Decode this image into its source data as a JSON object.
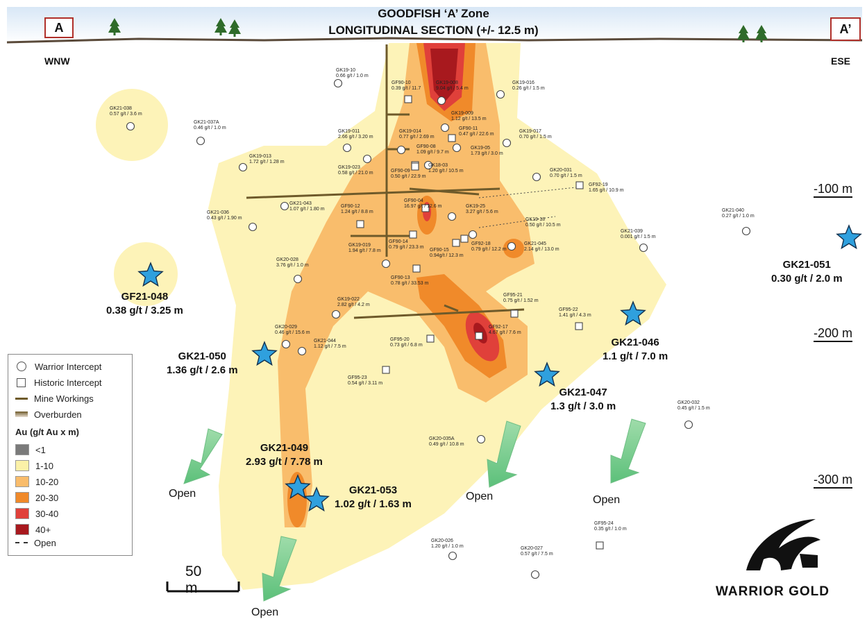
{
  "header": {
    "title_line1": "GOODFISH ‘A’ Zone",
    "title_line2": "LONGITUDINAL SECTION (+/- 12.5 m)",
    "section_start": "A",
    "section_end": "A’",
    "west": "WNW",
    "east": "ESE"
  },
  "depth_labels": [
    "-100 m",
    "-200 m",
    "-300 m"
  ],
  "scale_bar": "50 m",
  "open_labels": [
    "Open",
    "Open",
    "Open",
    "Open"
  ],
  "logo": {
    "company": "WARRIOR GOLD"
  },
  "legend": {
    "warrior": "Warrior Intercept",
    "historic": "Historic Intercept",
    "mine": "Mine Workings",
    "overburden": "Overburden",
    "au_title": "Au (g/t Au x m)",
    "classes": [
      {
        "label": "<1",
        "color": "#7a7a7a"
      },
      {
        "label": "1-10",
        "color": "#fbf1a8"
      },
      {
        "label": "10-20",
        "color": "#f9bc6b"
      },
      {
        "label": "20-30",
        "color": "#f08a2a"
      },
      {
        "label": "30-40",
        "color": "#e0403a"
      },
      {
        "label": "40+",
        "color": "#a8191e"
      }
    ],
    "open": "Open"
  },
  "new_holes": [
    {
      "id": "GF21-048",
      "result": "0.38 g/t / 3.25 m"
    },
    {
      "id": "GK21-050",
      "result": "1.36 g/t / 2.6 m"
    },
    {
      "id": "GK21-049",
      "result": "2.93 g/t / 7.78 m"
    },
    {
      "id": "GK21-053",
      "result": "1.02 g/t / 1.63 m"
    },
    {
      "id": "GK21-047",
      "result": "1.3 g/t / 3.0 m"
    },
    {
      "id": "GK21-046",
      "result": "1.1 g/t / 7.0 m"
    },
    {
      "id": "GK21-051",
      "result": "0.30 g/t / 2.0 m"
    }
  ],
  "intercepts": [
    {
      "id": "GK19-10",
      "result": "0.66 g/t / 1.0 m",
      "type": "warrior"
    },
    {
      "id": "GF90-10",
      "result": "0.39 g/t / 11.7",
      "type": "historic"
    },
    {
      "id": "GK19-008",
      "result": "9.04 g/t / 5.4 m",
      "type": "warrior"
    },
    {
      "id": "GK19-016",
      "result": "0.26 g/t / 1.5 m",
      "type": "warrior"
    },
    {
      "id": "GK21-038",
      "result": "0.57 g/t / 3.6 m",
      "type": "warrior"
    },
    {
      "id": "GK21-037A",
      "result": "0.46 g/t / 1.0 m",
      "type": "warrior"
    },
    {
      "id": "GK19-009",
      "result": "1.12 g/t / 13.5 m",
      "type": "warrior"
    },
    {
      "id": "GK19-011",
      "result": "2.66 g/t / 3.20 m",
      "type": "warrior"
    },
    {
      "id": "GK19-014",
      "result": "0.77 g/t / 2.69 m",
      "type": "warrior"
    },
    {
      "id": "GF90-11",
      "result": "0.47 g/t / 22.6 m",
      "type": "historic"
    },
    {
      "id": "GK19-017",
      "result": "0.70 g/t / 1.5 m",
      "type": "warrior"
    },
    {
      "id": "GF90-08",
      "result": "1.09 g/t / 9.7 m",
      "type": "historic"
    },
    {
      "id": "GK19-05",
      "result": "1.73 g/t / 3.0 m",
      "type": "warrior"
    },
    {
      "id": "GK19-013",
      "result": "1.72 g/t / 1.28 m",
      "type": "warrior"
    },
    {
      "id": "GK19-023",
      "result": "0.58 g/t / 21.0 m",
      "type": "warrior"
    },
    {
      "id": "GF90-09",
      "result": "0.50 g/t / 22.9 m",
      "type": "historic"
    },
    {
      "id": "GK18-03",
      "result": "1.20 g/t / 10.5 m",
      "type": "warrior"
    },
    {
      "id": "GK20-031",
      "result": "0.70 g/t / 1.5 m",
      "type": "warrior"
    },
    {
      "id": "GF92-19",
      "result": "1.65 g/t / 10.9 m",
      "type": "historic"
    },
    {
      "id": "GF90-04",
      "result": "16.97 g/t / 12.6 m",
      "type": "historic"
    },
    {
      "id": "GK21-043",
      "result": "1.07 g/t / 1.80 m",
      "type": "warrior"
    },
    {
      "id": "GF90-12",
      "result": "1.24 g/t / 8.8 m",
      "type": "historic"
    },
    {
      "id": "GK19-25",
      "result": "3.27 g/t / 5.6 m",
      "type": "warrior"
    },
    {
      "id": "GK21-036",
      "result": "0.43 g/t / 1.90 m",
      "type": "warrior"
    },
    {
      "id": "GK19-18",
      "result": "0.50 g/t / 10.5 m",
      "type": "warrior"
    },
    {
      "id": "GK21-040",
      "result": "0.27 g/t / 1.0 m",
      "type": "warrior"
    },
    {
      "id": "GK21-039",
      "result": "0.001 g/t / 1.5 m",
      "type": "warrior"
    },
    {
      "id": "GF90-14",
      "result": "0.79 g/t / 23.3 m",
      "type": "historic"
    },
    {
      "id": "GF92-18",
      "result": "0.79 g/t / 12.2 m",
      "type": "historic"
    },
    {
      "id": "GK21-045",
      "result": "2.14 g/t / 13.0 m",
      "type": "warrior"
    },
    {
      "id": "GK19-019",
      "result": "1.94 g/t / 7.8 m",
      "type": "warrior"
    },
    {
      "id": "GF90-15",
      "result": "0.94g/t / 12.3 m",
      "type": "historic"
    },
    {
      "id": "GK20-028",
      "result": "3.76 g/t / 1.0 m",
      "type": "warrior"
    },
    {
      "id": "GF90-13",
      "result": "0.78 g/t / 33.53 m",
      "type": "historic"
    },
    {
      "id": "GF95-21",
      "result": "0.75 g/t / 1.52 m",
      "type": "historic"
    },
    {
      "id": "GK19-022",
      "result": "2.82 g/t / 4.2 m",
      "type": "warrior"
    },
    {
      "id": "GF95-22",
      "result": "1.41 g/t / 4.3 m",
      "type": "historic"
    },
    {
      "id": "GK20-029",
      "result": "0.46 g/t / 15.6 m",
      "type": "warrior"
    },
    {
      "id": "GF92-17",
      "result": "4.67 g/t / 7.6 m",
      "type": "historic"
    },
    {
      "id": "GF95-20",
      "result": "0.73 g/t / 6.8 m",
      "type": "historic"
    },
    {
      "id": "GK21-044",
      "result": "1.12 g/t / 7.5 m",
      "type": "warrior"
    },
    {
      "id": "GF95-23",
      "result": "0.54 g/t / 3.11 m",
      "type": "historic"
    },
    {
      "id": "GK20-032",
      "result": "0.45 g/t / 1.5 m",
      "type": "warrior"
    },
    {
      "id": "GK20-035A",
      "result": "0.49 g/t / 10.8 m",
      "type": "warrior"
    },
    {
      "id": "GF95-24",
      "result": "0.35 g/t / 1.0 m",
      "type": "historic"
    },
    {
      "id": "GK20-026",
      "result": "1.20 g/t / 1.0 m",
      "type": "warrior"
    },
    {
      "id": "GK20-027",
      "result": "0.57 g/t / 7.5 m",
      "type": "warrior"
    }
  ]
}
